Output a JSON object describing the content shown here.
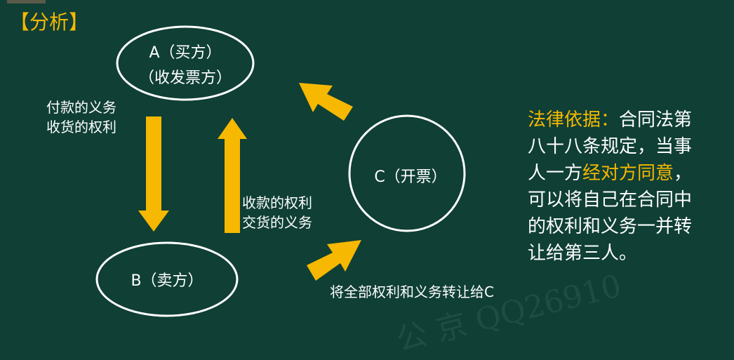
{
  "colors": {
    "background": "#0f3f35",
    "accent": "#f6b800",
    "line": "#ffffff"
  },
  "title": "【分析】",
  "nodes": {
    "a_line1": "A（买方）",
    "a_line2": "（收发票方）",
    "b": "B（卖方）",
    "c": "C（开票）"
  },
  "edges": {
    "a_to_b_line1": "付款的义务",
    "a_to_b_line2": "收货的权利",
    "b_to_a_line1": "收款的权利",
    "b_to_a_line2": "交货的义务",
    "b_to_c": "将全部权利和义务转让给C"
  },
  "law": {
    "label": "法律依据：",
    "line1_rest": "合同法第",
    "line2": "八十八条规定，当事",
    "line3_pre": "人一方",
    "line3_highlight": "经对方同意",
    "line3_post": "，",
    "line4": "可以将自己在合同中",
    "line5": "的权利和义务一并转",
    "line6": "让给第三人。"
  },
  "watermark": "公 京 QQ26910"
}
